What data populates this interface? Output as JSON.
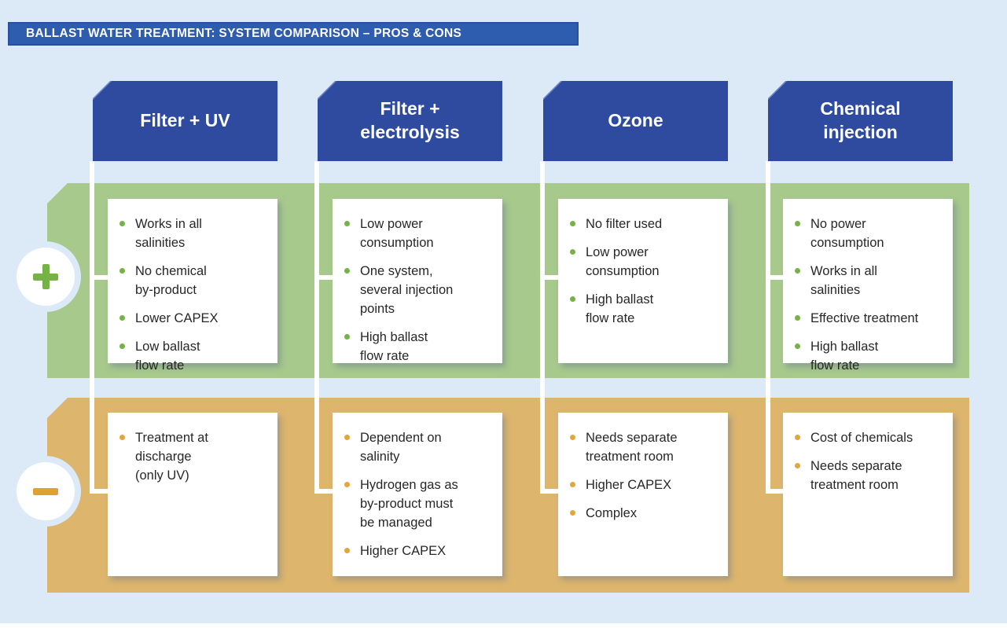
{
  "title": "BALLAST WATER TREATMENT: SYSTEM COMPARISON – PROS & CONS",
  "rows": {
    "pros": {
      "label": "pros",
      "icon": "plus-icon",
      "accent_color": "#76b245",
      "band_color": "#a7c98c"
    },
    "cons": {
      "label": "cons",
      "icon": "minus-icon",
      "accent_color": "#dfa232",
      "band_color": "#ddb56d"
    }
  },
  "colors": {
    "background": "#dce9f7",
    "title_bar": "#2e5cae",
    "column_header": "#2e4b9f",
    "card": "#ffffff",
    "text": "#272727"
  },
  "columns": [
    {
      "header": "Filter + UV",
      "pros": [
        "Works in all\nsalinities",
        "No chemical\nby-product",
        "Lower CAPEX",
        "Low ballast\nflow rate"
      ],
      "cons": [
        "Treatment at\ndischarge\n(only UV)"
      ]
    },
    {
      "header": "Filter +\nelectrolysis",
      "pros": [
        "Low power\nconsumption",
        "One system,\nseveral injection\npoints",
        "High ballast\nflow rate"
      ],
      "cons": [
        "Dependent on\nsalinity",
        "Hydrogen gas as\nby-product must\nbe managed",
        "Higher CAPEX"
      ]
    },
    {
      "header": "Ozone",
      "pros": [
        "No filter used",
        "Low power\nconsumption",
        "High ballast\nflow rate"
      ],
      "cons": [
        "Needs separate\ntreatment room",
        "Higher CAPEX",
        "Complex"
      ]
    },
    {
      "header": "Chemical\ninjection",
      "pros": [
        "No power\nconsumption",
        "Works in all\nsalinities",
        "Effective treatment",
        "High ballast\nflow rate"
      ],
      "cons": [
        "Cost of chemicals",
        "Needs separate\ntreatment room"
      ]
    }
  ]
}
